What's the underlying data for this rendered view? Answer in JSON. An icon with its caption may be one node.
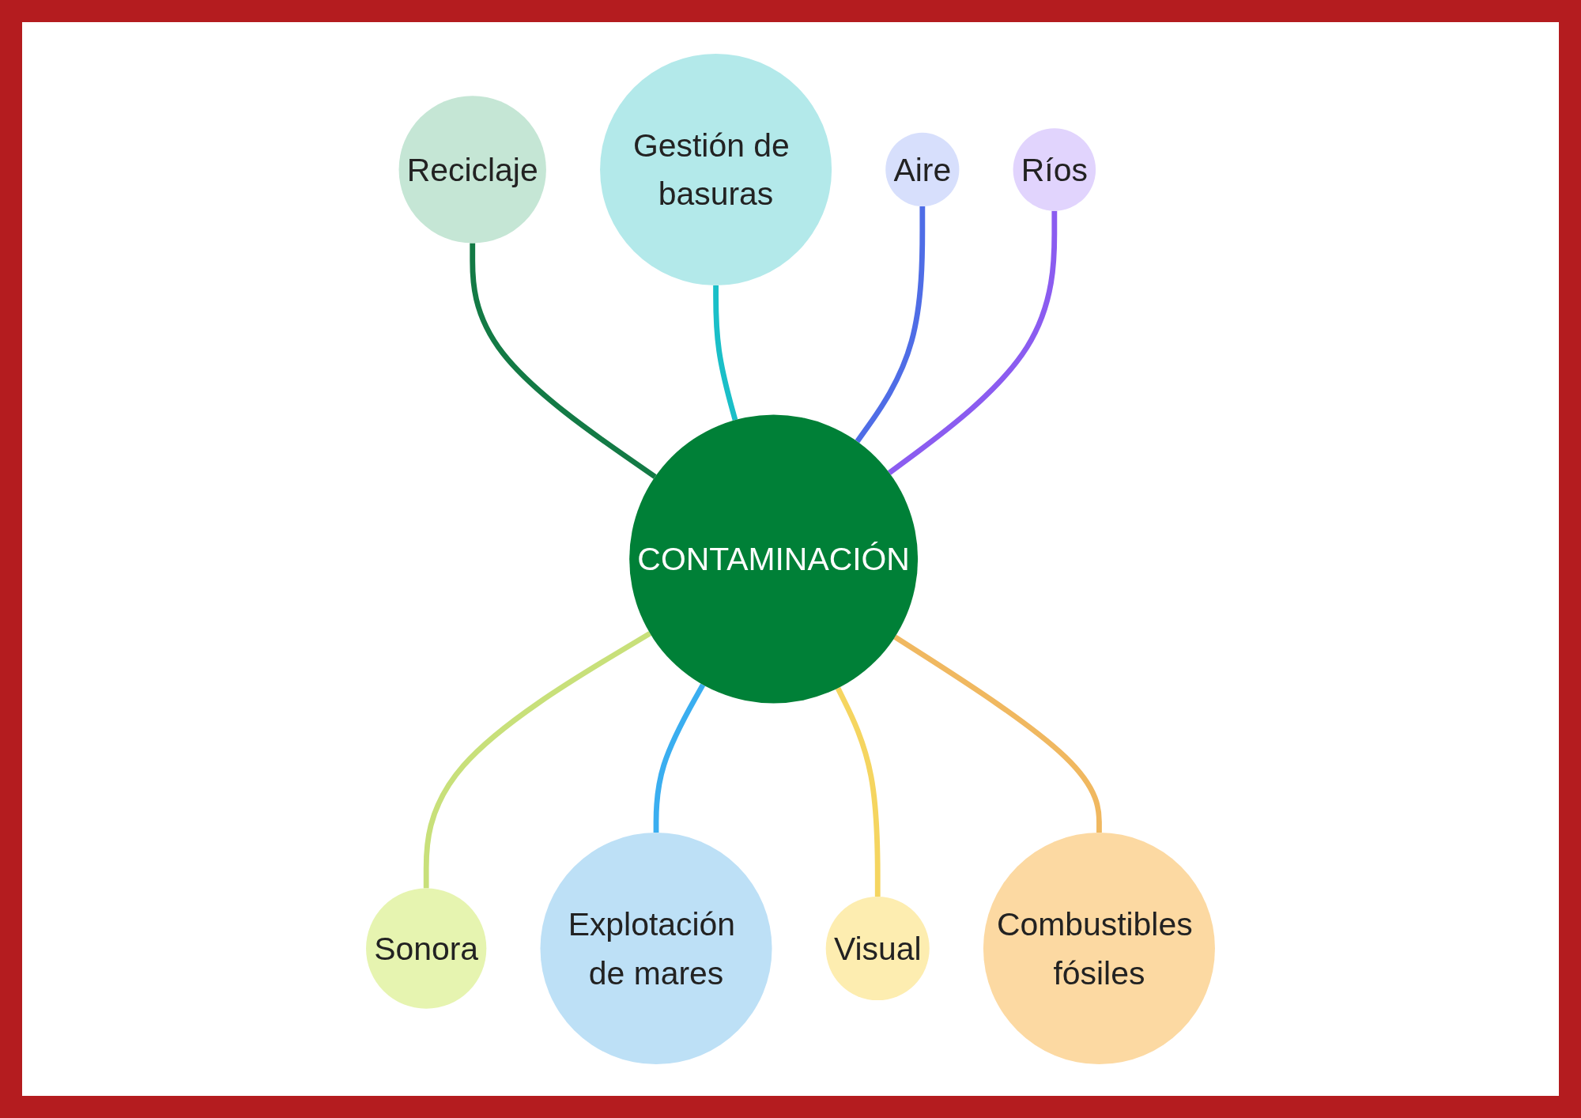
{
  "diagram": {
    "nodes": [
      {
        "text": [
          "Gestión de basuras"
        ]
      },
      {
        "text": [
          "Reciclaje"
        ]
      },
      {
        "text": [
          "Aire"
        ]
      },
      {
        "text": [
          "Ríos"
        ]
      },
      {
        "text": [
          "CONTAMINACIÓN"
        ]
      },
      {
        "text": [
          "Sonora"
        ]
      },
      {
        "text": [
          "Explotación de mares"
        ]
      },
      {
        "text": [
          "Combustibles fósiles"
        ]
      },
      {
        "text": [
          "Visual"
        ]
      }
    ],
    "edges": [
      {
        "from": 1,
        "to": 4,
        "arrow": "none",
        "color": "#137a45"
      },
      {
        "from": 0,
        "to": 4,
        "arrow": "none",
        "color": "#1abfc8"
      },
      {
        "from": 2,
        "to": 4,
        "arrow": "none",
        "color": "#4f6de6"
      },
      {
        "from": 3,
        "to": 4,
        "arrow": "none",
        "color": "#8b5cf0"
      },
      {
        "from": 4,
        "to": 5,
        "arrow": "none",
        "color": "#c8e07a"
      },
      {
        "from": 4,
        "to": 6,
        "arrow": "none",
        "color": "#3aaef0"
      },
      {
        "from": 4,
        "to": 8,
        "arrow": "none",
        "color": "#f5d560"
      },
      {
        "from": 4,
        "to": 7,
        "arrow": "none",
        "color": "#f0b860"
      }
    ]
  }
}
